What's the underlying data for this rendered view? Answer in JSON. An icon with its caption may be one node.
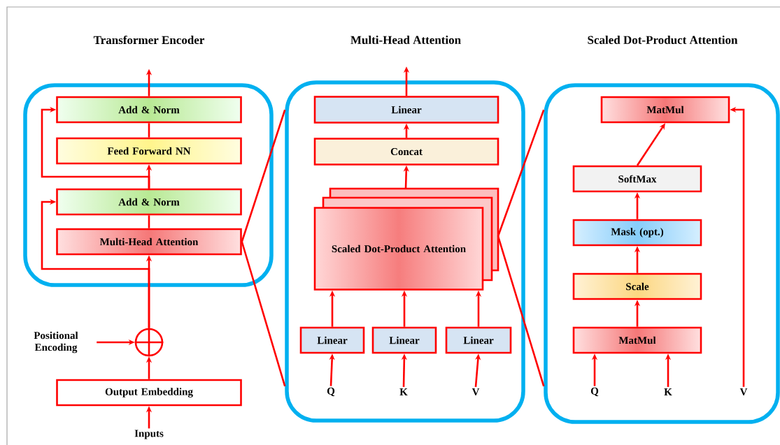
{
  "diagram": {
    "nodes": [
      {
        "text": [
          "Transformer Encoder"
        ]
      },
      {
        "text": [
          "Add & Norm"
        ],
        "in": 0
      },
      {
        "text": [
          "Feed Forward NN"
        ],
        "in": 0
      },
      {
        "text": [
          "Add & Norm"
        ],
        "in": 0
      },
      {
        "text": [
          "Multi-Head Attention"
        ],
        "in": 0
      },
      {
        "text": [],
        "shape": "circle"
      },
      {
        "text": [
          "Output Embedding"
        ]
      },
      {
        "text": [
          "Inputs"
        ]
      },
      {
        "text": [
          "Positional Encoding"
        ]
      },
      {
        "text": [
          "Multi-Head Attention"
        ]
      },
      {
        "text": [
          "Linear"
        ],
        "in": 9
      },
      {
        "text": [
          "Concat"
        ],
        "in": 9
      },
      {
        "text": [
          "Scaled Dot-Product Attention"
        ],
        "in": 9
      },
      {
        "text": [
          "Linear"
        ],
        "in": 9
      },
      {
        "text": [
          "Linear"
        ],
        "in": 9
      },
      {
        "text": [
          "Linear"
        ],
        "in": 9
      },
      {
        "text": [
          "Q"
        ],
        "in": 9
      },
      {
        "text": [
          "K"
        ],
        "in": 9
      },
      {
        "text": [
          "V"
        ],
        "in": 9
      },
      {
        "text": [
          "Scaled Dot-Product Attention"
        ]
      },
      {
        "text": [
          "MatMul"
        ],
        "in": 19
      },
      {
        "text": [
          "SoftMax"
        ],
        "in": 19
      },
      {
        "text": [
          "Mask (opt.)"
        ],
        "in": 19
      },
      {
        "text": [
          "Scale"
        ],
        "in": 19
      },
      {
        "text": [
          "MatMul"
        ],
        "in": 19
      },
      {
        "text": [
          "Q"
        ],
        "in": 19
      },
      {
        "text": [
          "K"
        ],
        "in": 19
      },
      {
        "text": [
          "V"
        ],
        "in": 19
      }
    ],
    "edges": [
      {
        "from": 1,
        "to": null,
        "arrow": "to"
      },
      {
        "from": 2,
        "to": 1,
        "arrow": "none"
      },
      {
        "from": 3,
        "to": 2,
        "arrow": "to"
      },
      {
        "from": 3,
        "to": 1,
        "arrow": "to"
      },
      {
        "from": 4,
        "to": 3,
        "arrow": "none"
      },
      {
        "from": 5,
        "to": 4,
        "arrow": "to"
      },
      {
        "from": 5,
        "to": 3,
        "arrow": "to"
      },
      {
        "from": 6,
        "to": 5,
        "arrow": "to"
      },
      {
        "from": 7,
        "to": 6,
        "arrow": "to"
      },
      {
        "from": 8,
        "to": 5,
        "arrow": "to"
      },
      {
        "from": 4,
        "to": 9,
        "arrow": "none"
      },
      {
        "from": 4,
        "to": 9,
        "arrow": "none"
      },
      {
        "from": 10,
        "to": null,
        "arrow": "to"
      },
      {
        "from": 11,
        "to": 10,
        "arrow": "to"
      },
      {
        "from": 12,
        "to": 11,
        "arrow": "to"
      },
      {
        "from": 13,
        "to": 12,
        "arrow": "to"
      },
      {
        "from": 14,
        "to": 12,
        "arrow": "to"
      },
      {
        "from": 15,
        "to": 12,
        "arrow": "to"
      },
      {
        "from": 16,
        "to": 13,
        "arrow": "to"
      },
      {
        "from": 17,
        "to": 14,
        "arrow": "to"
      },
      {
        "from": 18,
        "to": 15,
        "arrow": "to"
      },
      {
        "from": 12,
        "to": 19,
        "arrow": "none"
      },
      {
        "from": 12,
        "to": 19,
        "arrow": "none"
      },
      {
        "from": 21,
        "to": 20,
        "arrow": "to"
      },
      {
        "from": 22,
        "to": 21,
        "arrow": "to"
      },
      {
        "from": 23,
        "to": 22,
        "arrow": "to"
      },
      {
        "from": 24,
        "to": 23,
        "arrow": "to"
      },
      {
        "from": 25,
        "to": 24,
        "arrow": "to"
      },
      {
        "from": 26,
        "to": 24,
        "arrow": "to"
      },
      {
        "from": 27,
        "to": 20,
        "arrow": "to"
      }
    ]
  }
}
